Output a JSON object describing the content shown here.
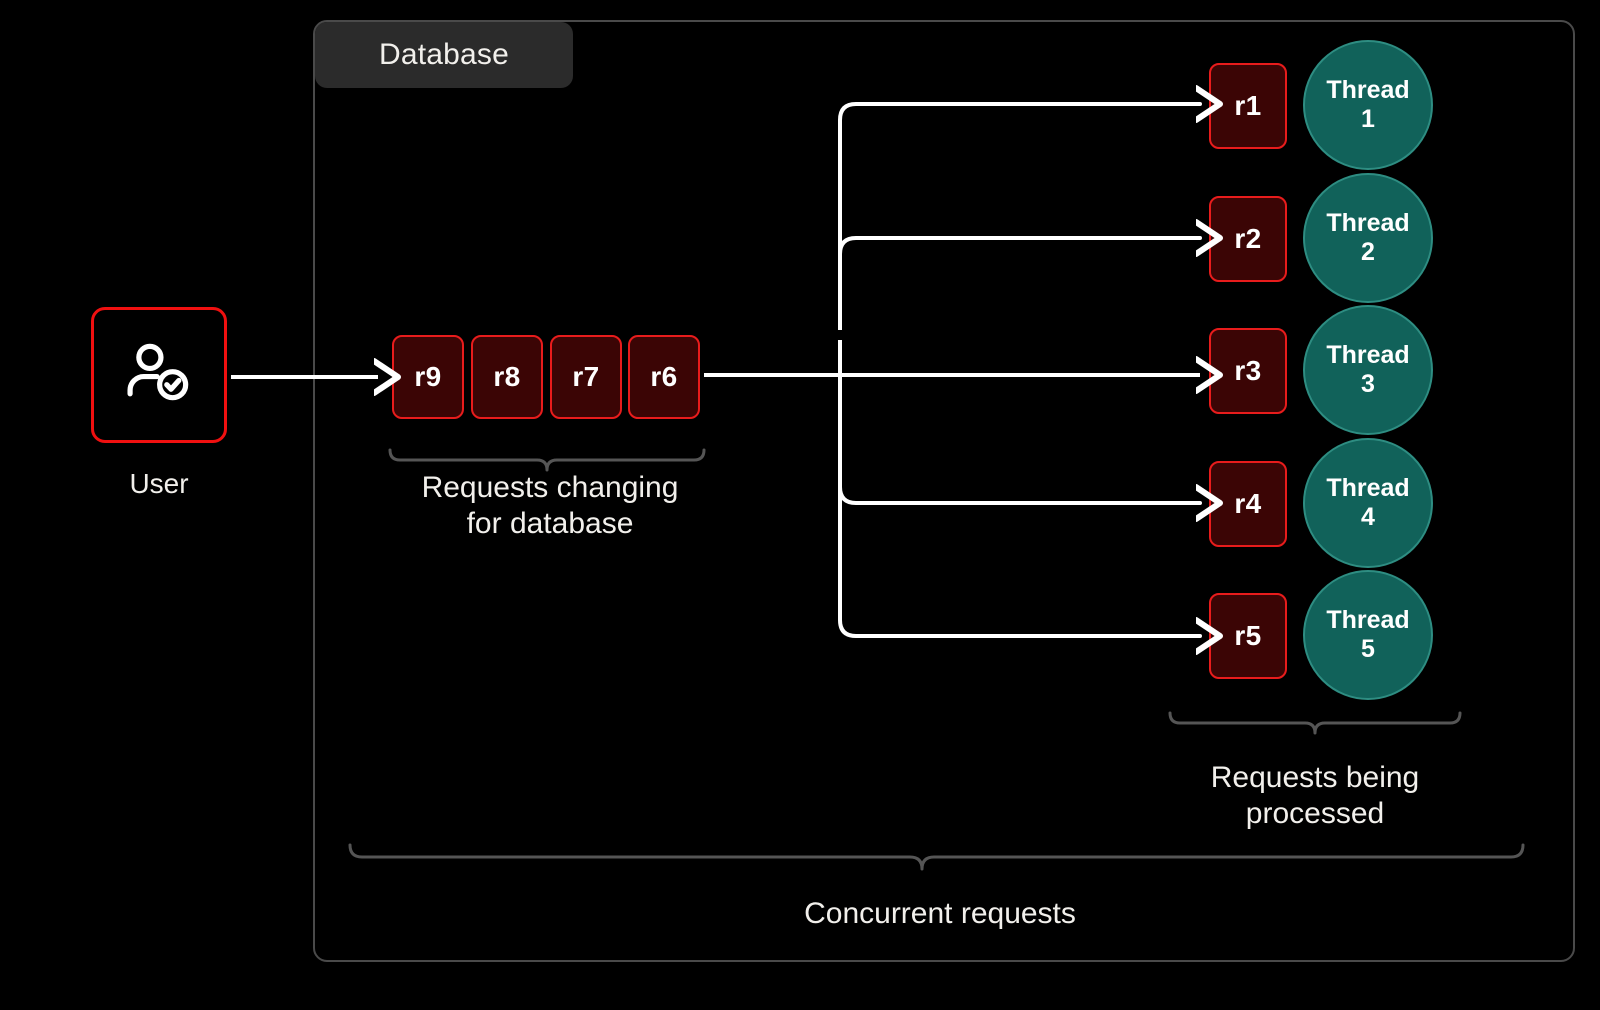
{
  "diagram": {
    "container": {
      "label": "Database"
    },
    "user": {
      "icon": "user-check-icon",
      "label": "User"
    },
    "queue": {
      "caption_line1": "Requests changing",
      "caption_line2": "for database",
      "items": [
        {
          "id": "r9",
          "label": "r9"
        },
        {
          "id": "r8",
          "label": "r8"
        },
        {
          "id": "r7",
          "label": "r7"
        },
        {
          "id": "r6",
          "label": "r6"
        }
      ]
    },
    "threads": {
      "caption_line1": "Requests being",
      "caption_line2": "processed",
      "rows": [
        {
          "request": "r1",
          "thread_line1": "Thread",
          "thread_line2": "1"
        },
        {
          "request": "r2",
          "thread_line1": "Thread",
          "thread_line2": "2"
        },
        {
          "request": "r3",
          "thread_line1": "Thread",
          "thread_line2": "3"
        },
        {
          "request": "r4",
          "thread_line1": "Thread",
          "thread_line2": "4"
        },
        {
          "request": "r5",
          "thread_line1": "Thread",
          "thread_line2": "5"
        }
      ]
    },
    "overall_caption": "Concurrent requests",
    "colors": {
      "background": "#000000",
      "container_border": "#4a4a4a",
      "label_chip_bg": "#2b2b2b",
      "request_fill": "#3b0505",
      "request_border": "#e81c1c",
      "user_border": "#f01010",
      "thread_fill": "#11625a",
      "thread_border": "#2e8d82",
      "flow_line": "#ffffff",
      "bracket": "#555555",
      "text": "#f2f0ec"
    }
  }
}
